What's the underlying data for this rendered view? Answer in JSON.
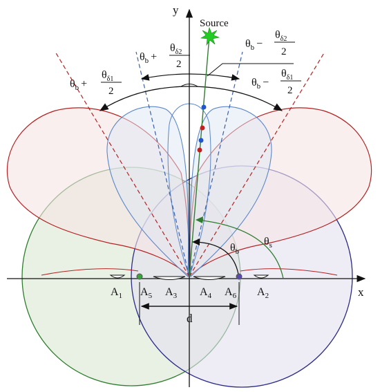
{
  "axes": {
    "x_label": "x",
    "y_label": "y"
  },
  "source_label": "Source",
  "sensors": {
    "a1": {
      "letter": "A",
      "sub": "1"
    },
    "a2": {
      "letter": "A",
      "sub": "2"
    },
    "a3": {
      "letter": "A",
      "sub": "3"
    },
    "a4": {
      "letter": "A",
      "sub": "4"
    },
    "a5": {
      "letter": "A",
      "sub": "5"
    },
    "a6": {
      "letter": "A",
      "sub": "6"
    }
  },
  "distance_label": "d",
  "angles": {
    "theta_b": {
      "main": "θ",
      "sub": "b"
    },
    "theta_s": {
      "main": "θ",
      "sub": "s"
    },
    "delta1": {
      "main": "θ",
      "sub": "δ1"
    },
    "delta2": {
      "main": "θ",
      "sub": "δ2"
    },
    "plus": "+",
    "minus": "−",
    "denominator": "2"
  },
  "colors": {
    "red": "#b22222",
    "red_fill": "#f7e4e4",
    "blue": "#5a86c8",
    "blue_fill": "#dde7f4",
    "green": "#2e7d2e",
    "green_fill": "#dfe9d8",
    "purple": "#2a2a8a",
    "purple_fill": "#e3e1ef",
    "star": "#22cc22"
  }
}
